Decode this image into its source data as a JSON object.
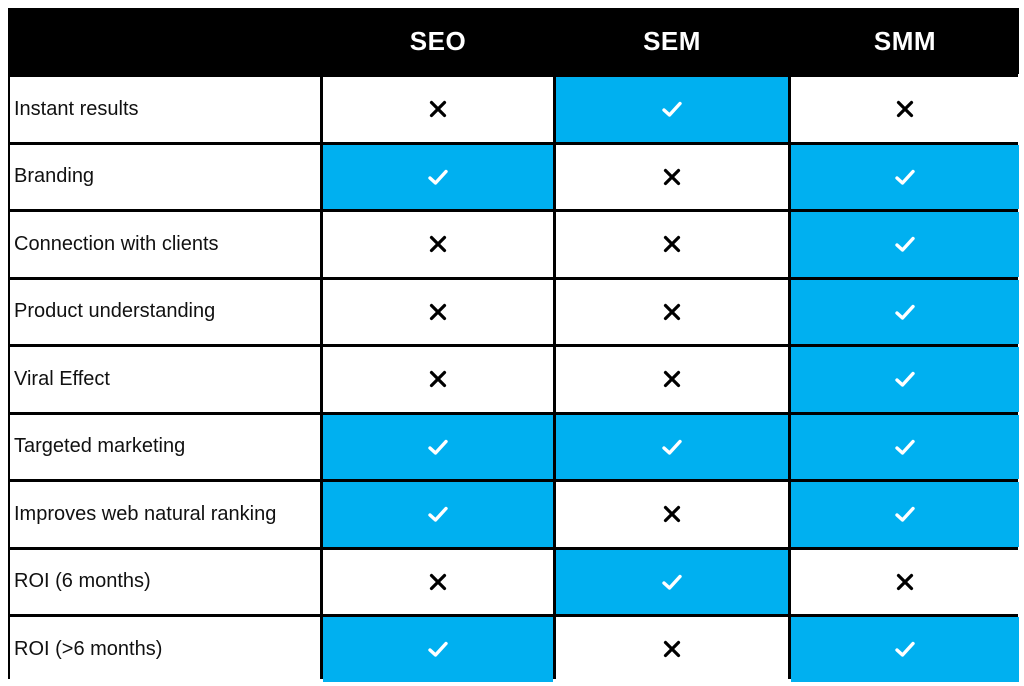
{
  "table": {
    "columns": [
      "",
      "SEO",
      "SEM",
      "SMM"
    ],
    "rows": [
      {
        "label": "Instant results",
        "values": [
          false,
          true,
          false
        ]
      },
      {
        "label": "Branding",
        "values": [
          true,
          false,
          true
        ]
      },
      {
        "label": "Connection with clients",
        "values": [
          false,
          false,
          true
        ]
      },
      {
        "label": "Product understanding",
        "values": [
          false,
          false,
          true
        ]
      },
      {
        "label": "Viral Effect",
        "values": [
          false,
          false,
          true
        ]
      },
      {
        "label": "Targeted marketing",
        "values": [
          true,
          true,
          true
        ]
      },
      {
        "label": "Improves web natural ranking",
        "values": [
          true,
          false,
          true
        ]
      },
      {
        "label": "ROI (6 months)",
        "values": [
          false,
          true,
          false
        ]
      },
      {
        "label": "ROI (>6 months)",
        "values": [
          true,
          false,
          true
        ]
      }
    ],
    "icons": {
      "yes": "check-icon",
      "no": "cross-icon"
    },
    "colors": {
      "yes_fill": "#00b0f0",
      "no_fill": "#ffffff",
      "header_bg": "#000000",
      "header_text": "#ffffff"
    }
  }
}
